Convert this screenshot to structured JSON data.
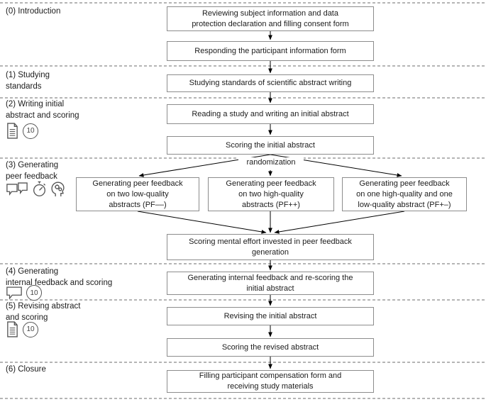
{
  "sections": [
    {
      "lines": [
        "(0) Introduction"
      ],
      "icons": []
    },
    {
      "lines": [
        "(1) Studying",
        "standards"
      ],
      "icons": []
    },
    {
      "lines": [
        "(2) Writing initial",
        "abstract and scoring"
      ],
      "icons": [
        "document-icon",
        "timer-10-badge"
      ]
    },
    {
      "lines": [
        "(3) Generating",
        "peer feedback"
      ],
      "icons": [
        "speech-bubbles-icon",
        "stopwatch-icon",
        "head-gears-icon"
      ]
    },
    {
      "lines": [
        "(4) Generating",
        "internal feedback and scoring"
      ],
      "icons": [
        "speech-bubble-icon",
        "timer-10-badge"
      ]
    },
    {
      "lines": [
        "(5) Revising abstract",
        "and scoring"
      ],
      "icons": [
        "document-icon",
        "timer-10-badge"
      ]
    },
    {
      "lines": [
        "(6) Closure"
      ],
      "icons": []
    }
  ],
  "flow": [
    {
      "lines": [
        "Reviewing subject information and data",
        "protection declaration and filling consent form"
      ]
    },
    {
      "lines": [
        "Responding the participant information form"
      ]
    },
    {
      "lines": [
        "Studying standards of scientific abstract writing"
      ]
    },
    {
      "lines": [
        "Reading a study and writing an initial abstract"
      ]
    },
    {
      "lines": [
        "Scoring the initial abstract"
      ]
    },
    {
      "lines": [
        "Scoring mental effort invested in peer feedback",
        "generation"
      ]
    },
    {
      "lines": [
        "Generating internal feedback and re-scoring the",
        "initial abstract"
      ]
    },
    {
      "lines": [
        "Revising the initial abstract"
      ]
    },
    {
      "lines": [
        "Scoring the revised abstract"
      ]
    },
    {
      "lines": [
        "Filling participant compensation form and",
        "receiving study materials"
      ]
    }
  ],
  "branches": [
    {
      "lines": [
        "Generating peer feedback",
        "on two low-quality",
        "abstracts (PF––)"
      ]
    },
    {
      "lines": [
        "Generating peer feedback",
        "on two high-quality",
        "abstracts (PF++)"
      ]
    },
    {
      "lines": [
        "Generating peer feedback",
        "on one high-quality and one",
        "low-quality abstract (PF+–)"
      ]
    }
  ],
  "labels": {
    "randomization": "randomization",
    "timer_badge": "10"
  },
  "colors": {
    "box_border": "#8c8c8c",
    "dashed_line": "#b5b5b5",
    "text": "#1c1c1c",
    "arrow": "#000000"
  }
}
